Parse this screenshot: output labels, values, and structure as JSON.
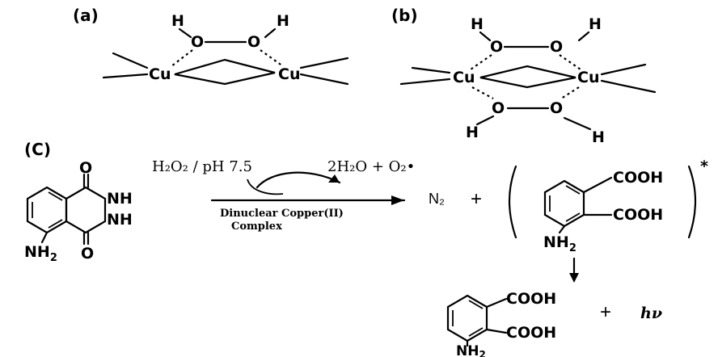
{
  "panels": {
    "a_label": "(a)",
    "b_label": "(b)",
    "c_label": "(C)"
  },
  "atoms": {
    "hydrogen": "H",
    "oxygen": "O",
    "copper": "Cu",
    "nitrogen": "N",
    "nh": "NH",
    "nh2": "NH",
    "sub2": "2",
    "cooh": "COOH"
  },
  "reaction": {
    "reagent_top": "H₂O₂ / pH 7.5",
    "byproduct": "2H₂O + O₂•",
    "catalyst_line1": "Dinuclear Copper(II)",
    "catalyst_line2": "Complex",
    "nitrogen_gas": "N₂",
    "plus": "+",
    "excited_mark": "*",
    "light": "hν"
  }
}
